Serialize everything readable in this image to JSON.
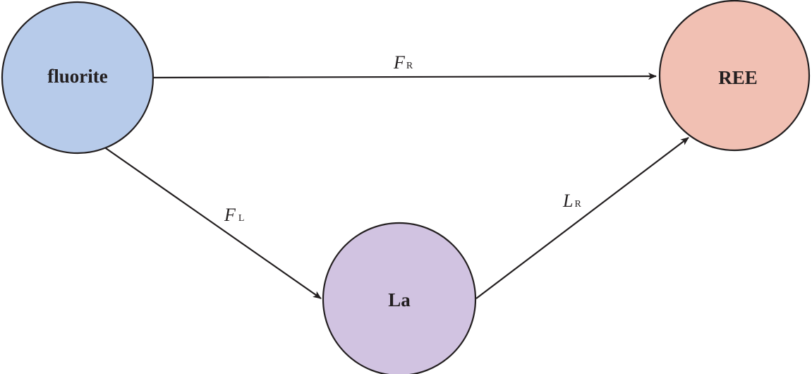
{
  "nodes": {
    "fluorite": {
      "label": "fluorite",
      "fill": "#b7cbea"
    },
    "la": {
      "label": "La",
      "fill": "#d1c3e1"
    },
    "ree": {
      "label": "REE",
      "fill": "#f1c0b3"
    }
  },
  "edges": {
    "fr": {
      "from": "fluorite",
      "to": "REE",
      "symbol": "F",
      "subscript": "R"
    },
    "fl": {
      "from": "fluorite",
      "to": "La",
      "symbol": "F",
      "subscript": "L"
    },
    "lr": {
      "from": "La",
      "to": "REE",
      "symbol": "L",
      "subscript": "R"
    }
  },
  "colors": {
    "stroke": "#231f20",
    "background": "#ffffff"
  }
}
